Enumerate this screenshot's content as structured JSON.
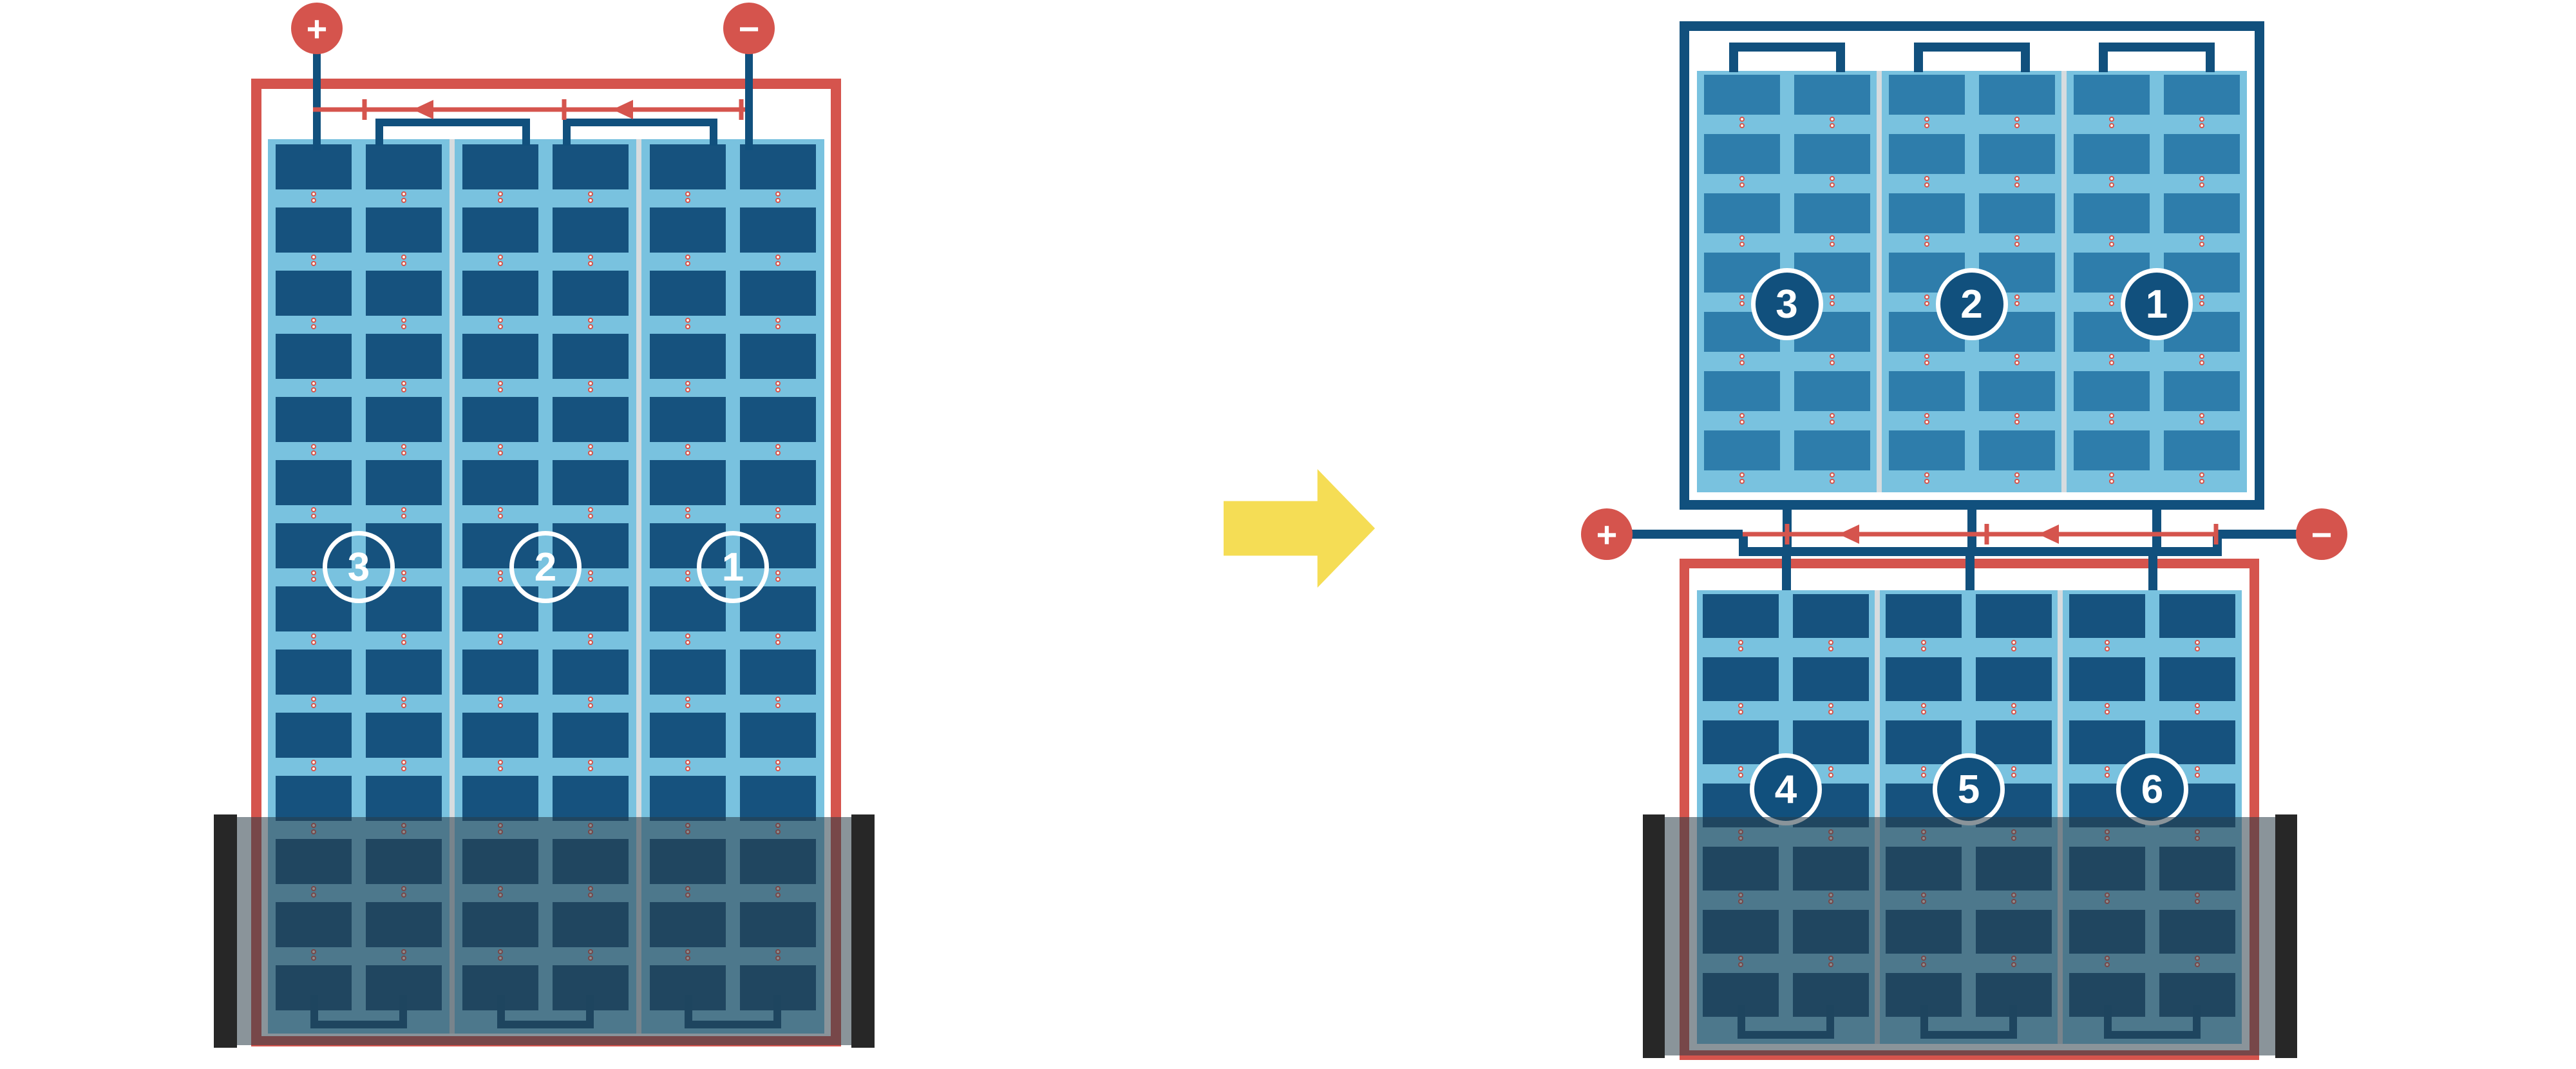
{
  "figure": {
    "description": "Photovoltaic module string layout: one full-height series module (strings 3-2-1) transformed into a split design with an upper module (strings 3-2-1) and a lower module (strings 4-5-6), with the lower section submerged/shaded"
  },
  "colors": {
    "red": "#d5544d",
    "navy": "#11507d",
    "cell_blue": "#16527e",
    "cell_blue_light": "#2e7dab",
    "field_blue": "#79c2df",
    "divider": "#d7dcdf",
    "yellow": "#f5dd55",
    "shade": "rgba(42,60,71,0.55)",
    "bar_dark": "#272727",
    "dot_ring": "#d5544d",
    "white": "#ffffff"
  },
  "left_module": {
    "terminal_plus": "+",
    "terminal_minus": "−",
    "strings": [
      {
        "label": "3"
      },
      {
        "label": "2"
      },
      {
        "label": "1"
      }
    ],
    "rows": 14,
    "cells_per_row": 2
  },
  "arrow": {
    "direction": "right"
  },
  "right_terminals": {
    "plus": "+",
    "minus": "−"
  },
  "right_top_module": {
    "strings": [
      {
        "label": "3"
      },
      {
        "label": "2"
      },
      {
        "label": "1"
      }
    ],
    "rows": 7,
    "cells_per_row": 2
  },
  "right_bottom_module": {
    "strings": [
      {
        "label": "4"
      },
      {
        "label": "5"
      },
      {
        "label": "6"
      }
    ],
    "rows": 7,
    "cells_per_row": 2
  }
}
